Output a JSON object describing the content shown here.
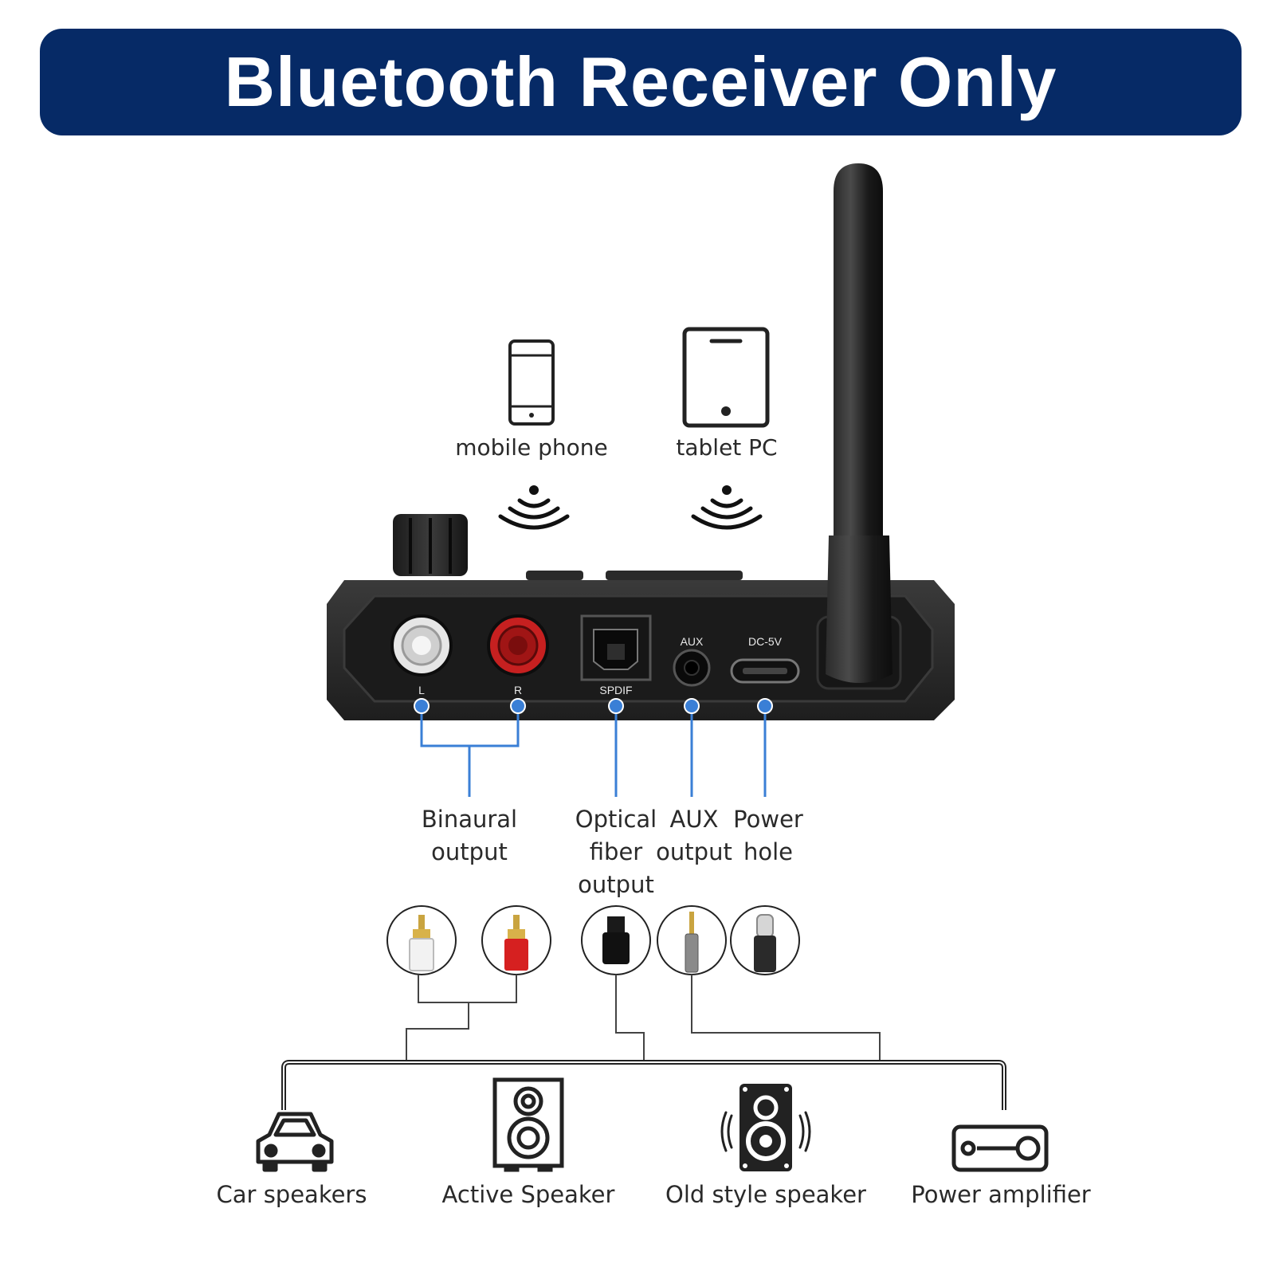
{
  "banner": {
    "title": "Bluetooth Receiver Only"
  },
  "sources": [
    {
      "label": "mobile phone",
      "icon": "mobile-phone-icon"
    },
    {
      "label": "tablet PC",
      "icon": "tablet-icon"
    }
  ],
  "device": {
    "ports": {
      "left": "L",
      "right": "R",
      "spdif": "SPDIF",
      "aux": "AUX",
      "dc": "DC-5V"
    }
  },
  "outputs": {
    "binaural": [
      "Binaural",
      "output"
    ],
    "optical": [
      "Optical",
      "fiber",
      "output"
    ],
    "aux": [
      "AUX",
      "output"
    ],
    "power": [
      "Power",
      "hole"
    ]
  },
  "targets": [
    {
      "label": "Car speakers",
      "icon": "car-icon"
    },
    {
      "label": "Active Speaker",
      "icon": "active-speaker-icon"
    },
    {
      "label": "Old style speaker",
      "icon": "old-style-speaker-icon"
    },
    {
      "label": "Power amplifier",
      "icon": "power-amplifier-icon"
    }
  ],
  "colors": {
    "banner": "#062a66",
    "callout_line": "#3a7fd6",
    "dot": "#3a7fd6",
    "rca_red": "#d62020"
  }
}
